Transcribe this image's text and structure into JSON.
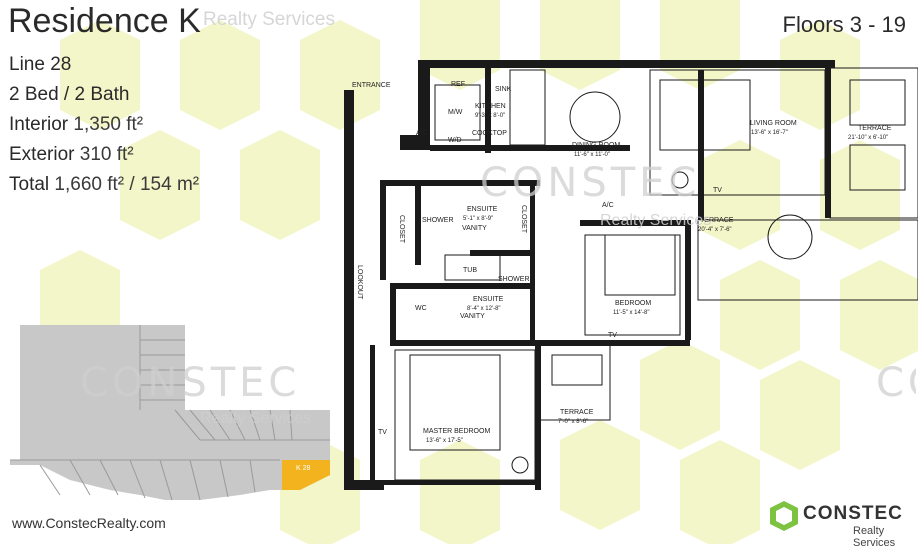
{
  "header": {
    "title": "Residence K",
    "brand_watermark": "Realty Services",
    "floors": "Floors 3 - 19"
  },
  "specs": {
    "line": "Line 28",
    "bed_bath": "2 Bed / 2 Bath",
    "interior_label": "Interior",
    "interior_value": "1,350 ft²",
    "exterior_label": "Exterior",
    "exterior_value": "310 ft²",
    "total_label": "Total",
    "total_value": "1,660 ft² / 154 m²"
  },
  "plan": {
    "rooms": {
      "entrance": "ENTRANCE",
      "ref": "REF",
      "mw": "M/W",
      "wd": "W/D",
      "ac1": "A/C",
      "sink": "SINK",
      "kitchen": "KITCHEN",
      "kitchen_dim": "9'-3\" x 8'-0\"",
      "cooktop": "COOKTOP",
      "dining": "DINING ROOM",
      "dining_dim": "11'-6\" x 11'-0\"",
      "living": "LIVING ROOM",
      "living_dim": "13'-6\" x 16'-7\"",
      "terrace1": "TERRACE",
      "terrace1_dim": "21'-10\" x 6'-10\"",
      "tv1": "TV",
      "terrace2": "TERRACE",
      "terrace2_dim": "20'-4\" x 7'-6\"",
      "ac2": "A/C",
      "closet1": "CLOSET",
      "shower1": "SHOWER",
      "ensuite1": "ENSUITE",
      "ensuite1_dim": "5'-1\" x 8'-9\"",
      "vanity1": "VANITY",
      "closet2": "CLOSET",
      "tub": "TUB",
      "shower2": "SHOWER",
      "ensuite2": "ENSUITE",
      "ensuite2_dim": "8'-4\" x 12'-8\"",
      "vanity2": "VANITY",
      "wc": "WC",
      "lookout": "LOOKOUT",
      "bedroom": "BEDROOM",
      "bedroom_dim": "11'-5\" x 14'-8\"",
      "tv2": "TV",
      "terrace3": "TERRACE",
      "terrace3_dim": "7'-0\" x 8'-6\"",
      "master": "MASTER BEDROOM",
      "master_dim": "13'-6\" x 17'-5\"",
      "tv3": "TV"
    }
  },
  "keyplan": {
    "unit_label": "K 28"
  },
  "watermarks": {
    "constec": "CONSTEC",
    "realty": "Realty Services"
  },
  "footer": {
    "url": "www.ConstecRealty.com",
    "logo_name": "CONSTEC",
    "logo_sub": "Realty Services"
  },
  "colors": {
    "hex_pattern": "#f3f6c8",
    "wall": "#1a1a1a",
    "highlight_unit": "#f3b31f",
    "logo_green": "#7ec242",
    "keyplan_gray": "#c8c8c8"
  }
}
